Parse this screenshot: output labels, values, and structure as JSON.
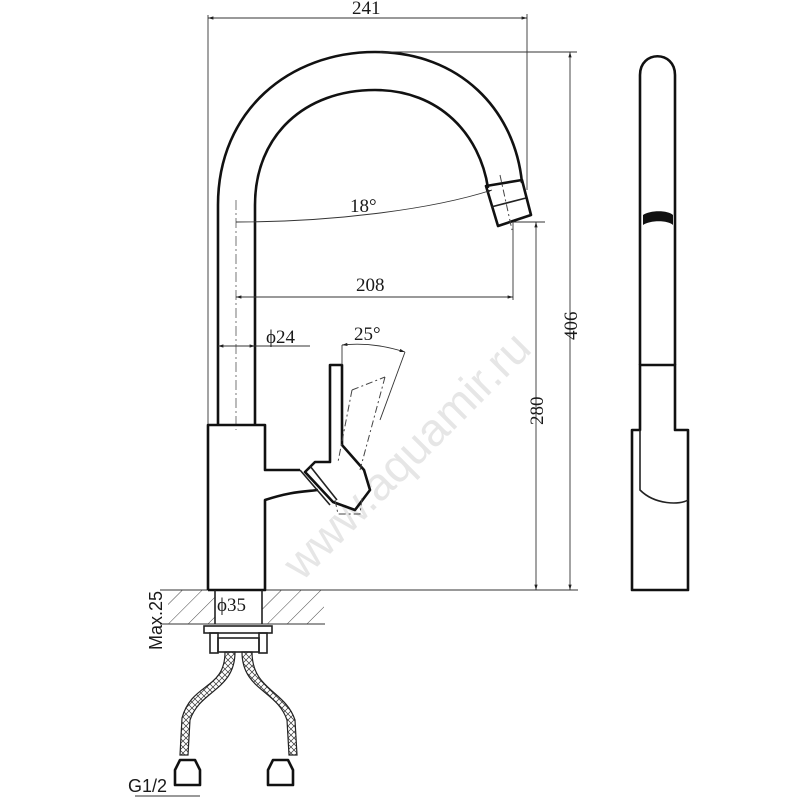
{
  "drawing": {
    "watermark": "www.aquamir.ru",
    "dimensions": {
      "total_width": "241",
      "spout_reach": "208",
      "spout_height": "280",
      "total_height": "406",
      "spout_angle": "18°",
      "handle_angle": "25°",
      "spout_diameter": "ϕ24",
      "base_diameter": "ϕ35",
      "max_countertop": "Max.25",
      "connection_thread": "G1/2"
    }
  }
}
